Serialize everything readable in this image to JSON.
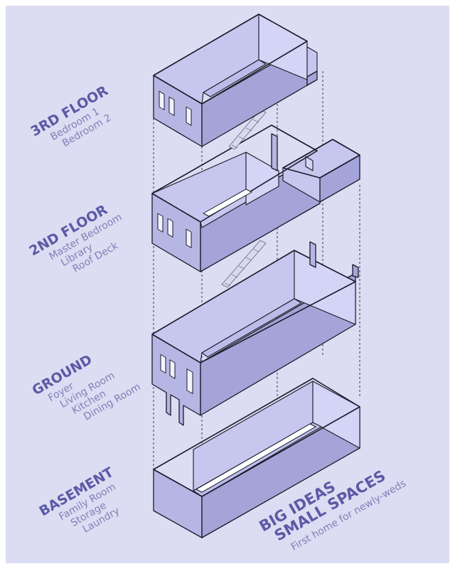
{
  "floors": [
    {
      "key": "third",
      "title": "3RD FLOOR",
      "rooms": [
        "Bedroom 1",
        "Bedroom 2"
      ]
    },
    {
      "key": "second",
      "title": "2ND FLOOR",
      "rooms": [
        "Master Bedroom",
        "Library",
        "Roof Deck"
      ]
    },
    {
      "key": "ground",
      "title": "GROUND",
      "rooms": [
        "Foyer",
        "Living Room",
        "Kitchen",
        "Dining Room"
      ]
    },
    {
      "key": "basement",
      "title": "BASEMENT",
      "rooms": [
        "Family Room",
        "Storage",
        "Laundry"
      ]
    }
  ],
  "brand": {
    "line1": "BIG IDEAS",
    "line2": "SMALL SPACES",
    "tagline": "First home for newly-weds"
  },
  "colors": {
    "background": "#dcdcf2",
    "label_title": "#5a5aa6",
    "label_sub": "#8080b8",
    "wall_light": "#b6b6e4",
    "wall_dark": "#a4a4d8"
  }
}
